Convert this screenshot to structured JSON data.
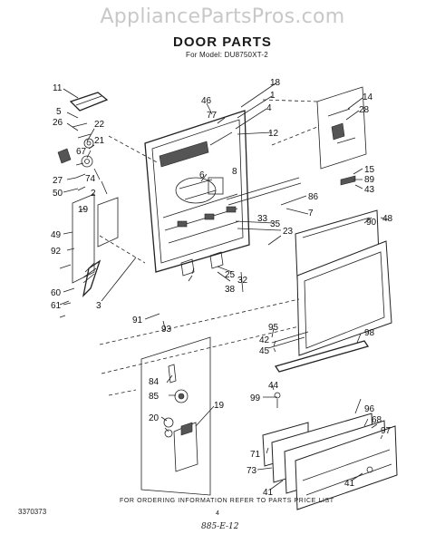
{
  "watermark": "AppliancePartsPros.com",
  "title": "DOOR PARTS",
  "subtitle": "For Model: DU8750XT-2",
  "footer": {
    "code": "3370373",
    "note": "FOR ORDERING INFORMATION REFER TO PARTS PRICE LIST",
    "page": "4",
    "handwritten": "885-E-12"
  },
  "callouts": [
    "11",
    "5",
    "26",
    "22",
    "21",
    "67",
    "27",
    "50",
    "74",
    "2",
    "19",
    "49",
    "92",
    "60",
    "61",
    "3",
    "46",
    "77",
    "18",
    "1",
    "4",
    "8",
    "6",
    "12",
    "14",
    "28",
    "15",
    "89",
    "43",
    "86",
    "7",
    "33",
    "35",
    "23",
    "90",
    "48",
    "25",
    "32",
    "38",
    "91",
    "93",
    "95",
    "42",
    "45",
    "84",
    "85",
    "20",
    "19",
    "44",
    "98",
    "99",
    "96",
    "68",
    "97",
    "71",
    "73",
    "41",
    "41"
  ]
}
